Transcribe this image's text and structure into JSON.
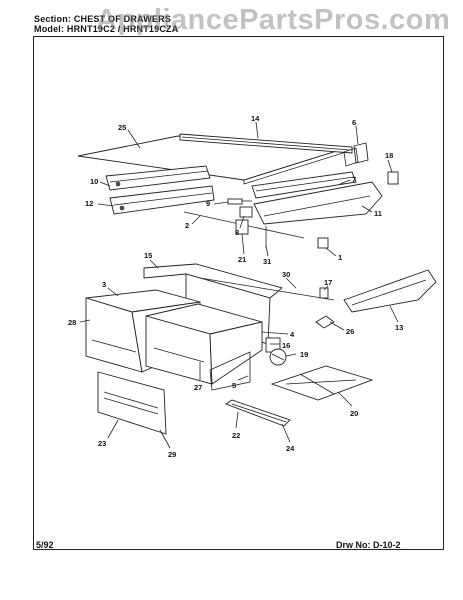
{
  "header": {
    "section_label": "Section:",
    "section_value": "CHEST OF DRAWERS",
    "model_label": "Model:",
    "model_value": "HRNT19C2 / HRNT19CZA"
  },
  "watermark": "AppliancePartsPros.com",
  "footer": {
    "date": "5/92",
    "drawing_number": "Drw No: D-10-2"
  },
  "callouts": [
    "1",
    "2",
    "3",
    "4",
    "5",
    "6",
    "7",
    "8",
    "9",
    "10",
    "11",
    "12",
    "13",
    "14",
    "15",
    "16",
    "17",
    "18",
    "19",
    "20",
    "21",
    "22",
    "23",
    "24",
    "25",
    "26",
    "27",
    "28",
    "29",
    "30",
    "31"
  ]
}
